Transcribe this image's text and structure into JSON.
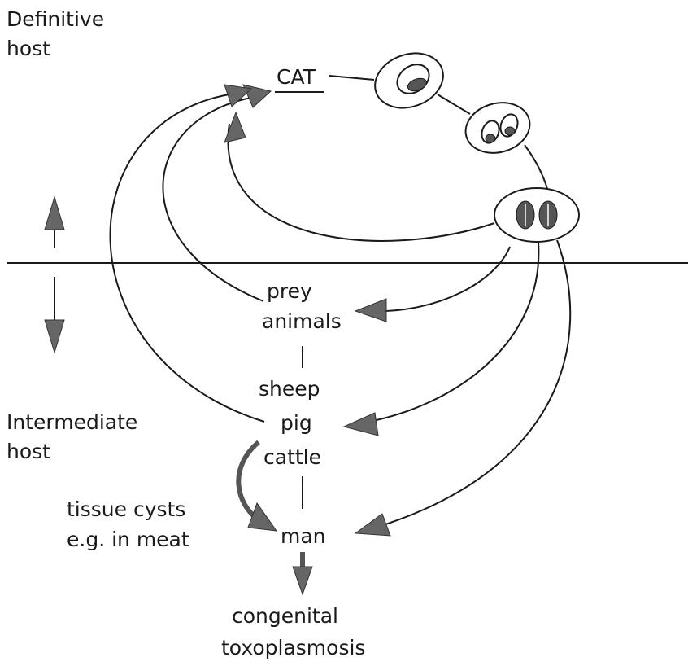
{
  "labels": {
    "definitive_host": [
      "Definitive",
      "host"
    ],
    "intermediate_host": [
      "Intermediate",
      "host"
    ],
    "cat": "CAT",
    "prey_animals": [
      "prey",
      "animals"
    ],
    "sheep": "sheep",
    "pig": "pig",
    "cattle": "cattle",
    "man": "man",
    "tissue_cysts": [
      "tissue cysts",
      "e.g. in meat"
    ],
    "outcome": [
      "congenital",
      "toxoplasmosis"
    ]
  }
}
